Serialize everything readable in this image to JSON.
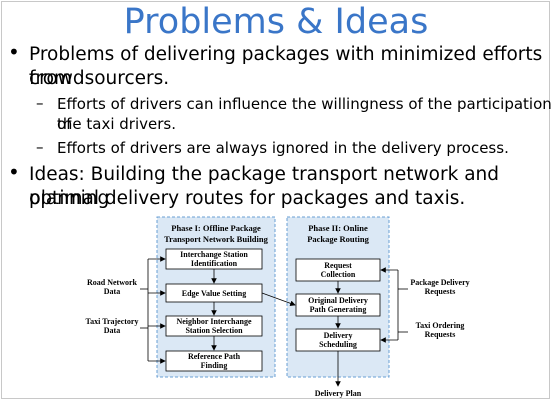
{
  "slide": {
    "title": "Problems & Ideas",
    "bullet1": {
      "line1": "Problems of delivering packages with minimized efforts from",
      "line2": "crowdsourcers."
    },
    "sub1": {
      "line1": "Efforts of drivers can influence the willingness of the participation of",
      "line2": "the taxi drivers."
    },
    "sub2": {
      "line1": "Efforts of drivers are always ignored in the delivery process."
    },
    "bullet2": {
      "line1": "Ideas: Building the package transport network and planning",
      "line2": "optimal delivery routes for packages and taxis."
    },
    "bullet_char": "•",
    "dash_char": "–"
  },
  "diagram": {
    "phase1": {
      "line1": "Phase I: Offline Package",
      "line2": "Transport Network Building"
    },
    "phase2": {
      "line1": "Phase II: Online",
      "line2": "Package Routing"
    },
    "p1_steps": [
      {
        "line1": "Interchange Station",
        "line2": "Identification"
      },
      {
        "line1": "Edge Value Setting",
        "line2": ""
      },
      {
        "line1": "Neighbor Interchange",
        "line2": "Station Selection"
      },
      {
        "line1": "Reference Path",
        "line2": "Finding"
      }
    ],
    "p2_steps": [
      {
        "line1": "Request",
        "line2": "Collection"
      },
      {
        "line1": "Original Delivery",
        "line2": "Path Generating"
      },
      {
        "line1": "Delivery",
        "line2": "Scheduling"
      }
    ],
    "inputs_left": [
      {
        "line1": "Road Network",
        "line2": "Data"
      },
      {
        "line1": "Taxi Trajectory",
        "line2": "Data"
      }
    ],
    "inputs_right": [
      {
        "line1": "Package Delivery",
        "line2": "Requests"
      },
      {
        "line1": "Taxi Ordering",
        "line2": "Requests"
      }
    ],
    "output": "Delivery Plan",
    "colors": {
      "phase_fill": "#dbe8f5",
      "phase_border": "#6a9fd4"
    }
  }
}
